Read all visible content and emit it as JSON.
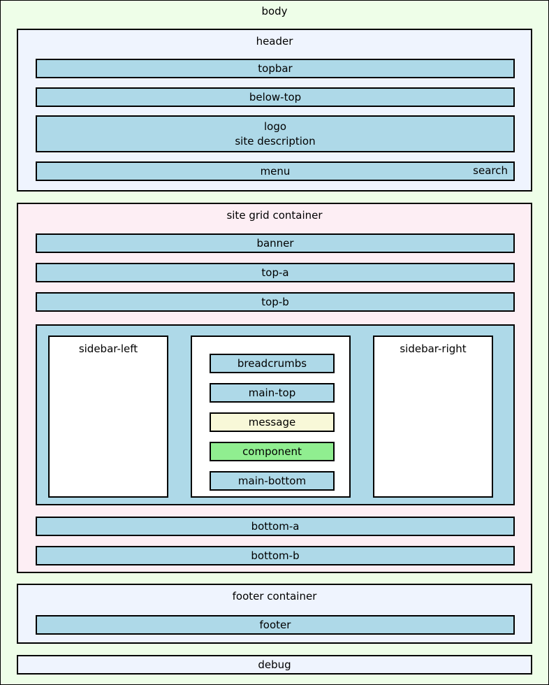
{
  "body": {
    "label": "body",
    "background_color": "#eefee8"
  },
  "header": {
    "label": "header",
    "background_color": "#eff4fe",
    "bars": {
      "topbar": "topbar",
      "below_top": "below-top",
      "logo": "logo",
      "site_description": "site description",
      "menu": "menu",
      "search": "search"
    },
    "bar_color": "#aed9e8"
  },
  "site_grid": {
    "label": "site grid container",
    "background_color": "#fdeef4",
    "banner": "banner",
    "top_a": "top-a",
    "top_b": "top-b",
    "bottom_a": "bottom-a",
    "bottom_b": "bottom-b",
    "columns": {
      "background_color": "#aed9e8",
      "sidebar_left": "sidebar-left",
      "sidebar_right": "sidebar-right",
      "main": {
        "breadcrumbs": "breadcrumbs",
        "main_top": "main-top",
        "message": "message",
        "message_color": "#f8f8d8",
        "component": "component",
        "component_color": "#90ee90",
        "main_bottom": "main-bottom"
      }
    }
  },
  "footer_container": {
    "label": "footer container",
    "background_color": "#eff4fe",
    "footer": "footer"
  },
  "debug": {
    "label": "debug",
    "background_color": "#eff4fe"
  }
}
